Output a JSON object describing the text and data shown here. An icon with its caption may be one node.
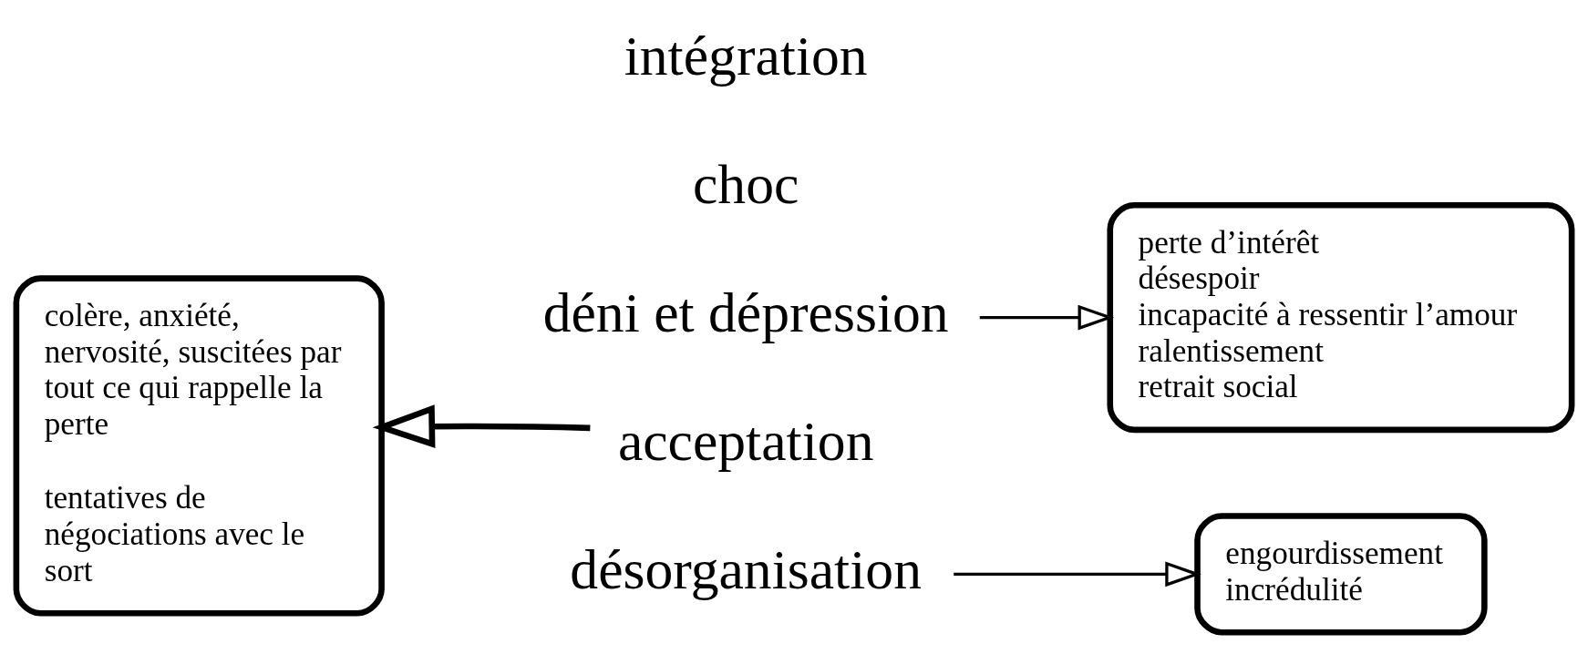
{
  "diagram": {
    "nodes": [
      {
        "text": [
          "désorganisation"
        ]
      },
      {
        "text": [
          "engourdissement",
          "incrédulité"
        ]
      },
      {
        "text": [
          "colère, anxiété, nervosité, suscitées par tout ce qui rappelle la perte",
          "tentatives de négociations avec le sort"
        ]
      },
      {
        "text": [
          "déni et dépression"
        ]
      },
      {
        "text": [
          "perte d’intérêt",
          "désespoir",
          "incapacité à ressentir l’amour",
          "ralentissement",
          "retrait social"
        ]
      },
      {
        "text": [
          "acceptation"
        ]
      }
    ],
    "edges": [
      {
        "from": 0,
        "to": 1,
        "arrow": "to"
      },
      {
        "from": 3,
        "to": 4,
        "arrow": "to"
      },
      {
        "from": 5,
        "to": 2,
        "arrow": "to",
        "style": "thick"
      }
    ],
    "labels": [
      "choc",
      "intégration"
    ]
  }
}
